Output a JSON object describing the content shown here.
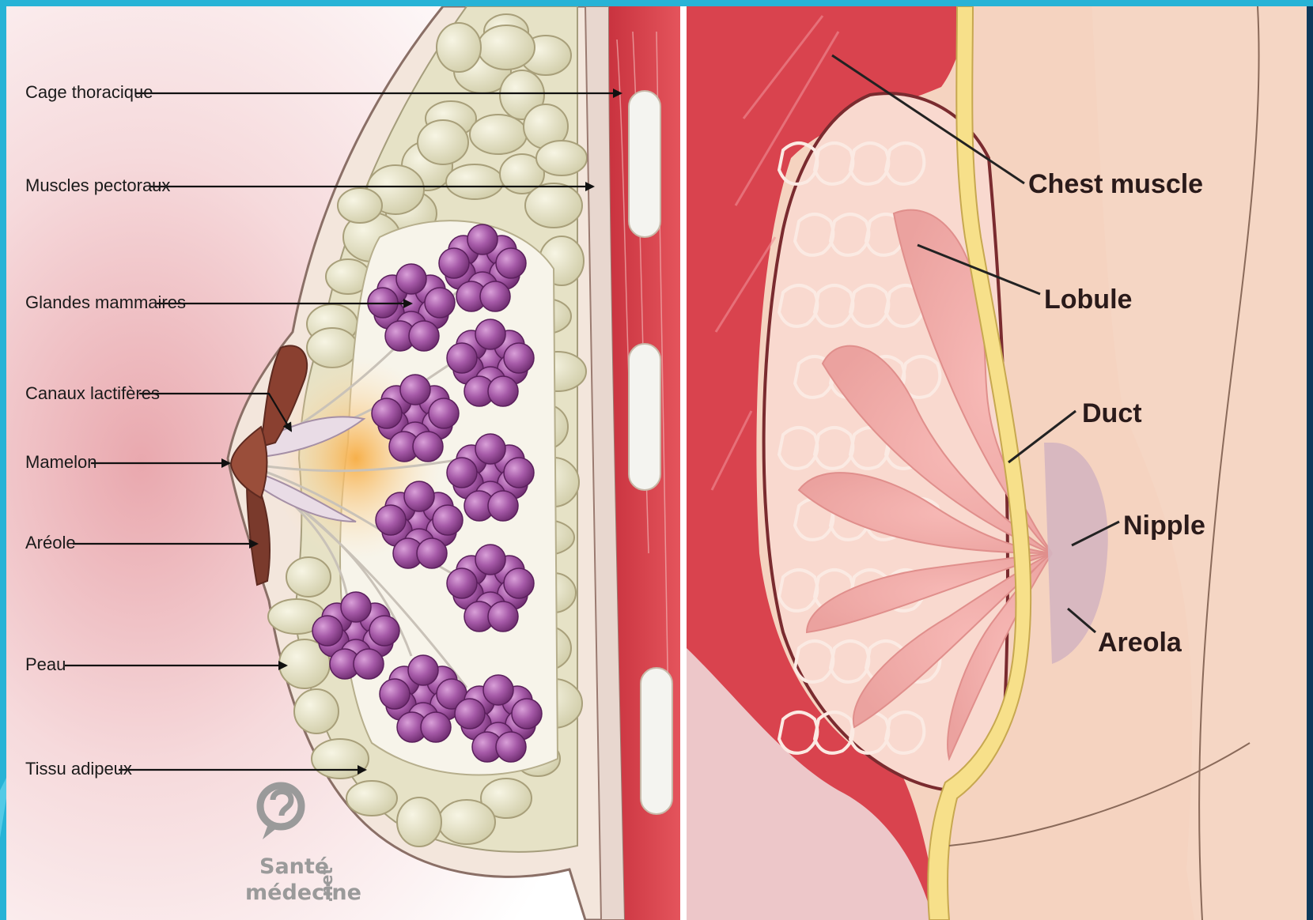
{
  "left_panel": {
    "labels": [
      "Cage thoracique",
      "Muscles pectoraux",
      "Glandes mammaires",
      "Canaux lactifères",
      "Mamelon",
      "Aréole",
      "Peau",
      "Tissu adipeux"
    ],
    "watermark": {
      "line1": "Santé",
      "line2": "médecine",
      "suffix": ".net"
    }
  },
  "right_panel": {
    "labels": [
      "Chest muscle",
      "Lobule",
      "Duct",
      "Nipple",
      "Areola"
    ]
  },
  "colors": {
    "frame": "#27b3d6",
    "skin": "#f6d6c2",
    "muscle": "#d9434e",
    "fat": "#e3e0c4",
    "gland": "#9a4a9c",
    "duct": "#f2a7a4",
    "arrow": "#111111"
  },
  "icons": [
    "sante-medecine-logo-icon"
  ]
}
